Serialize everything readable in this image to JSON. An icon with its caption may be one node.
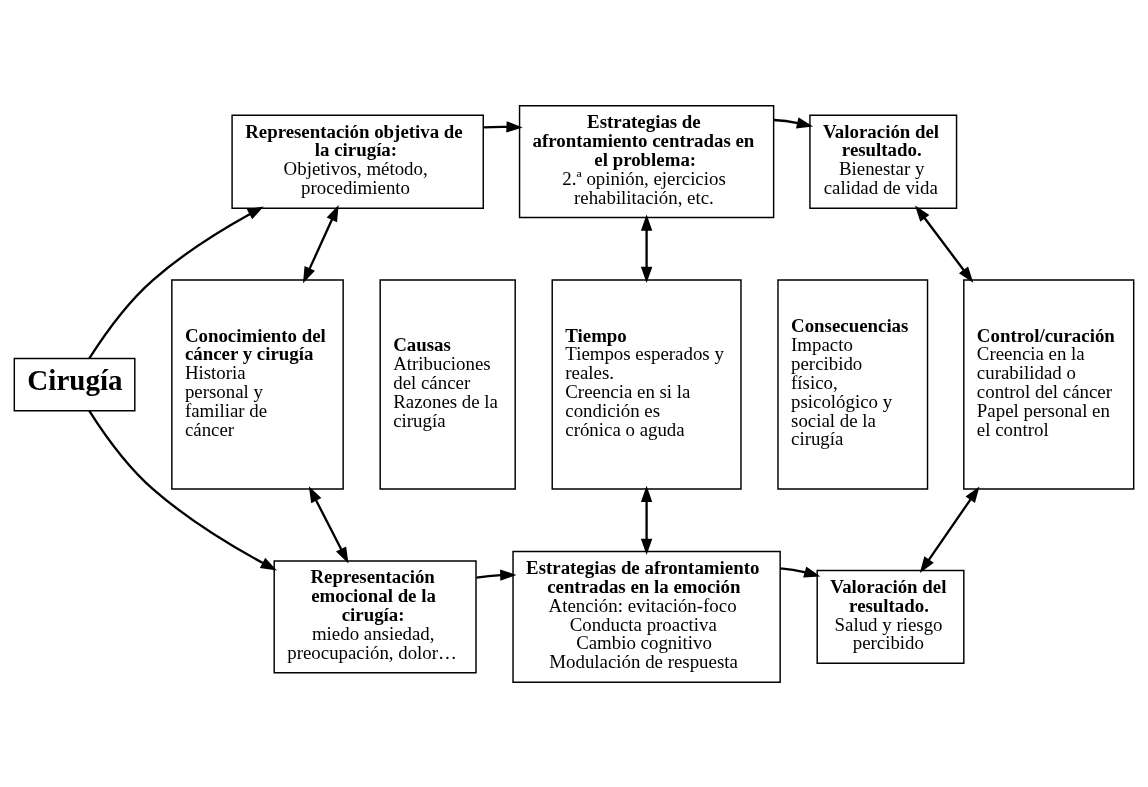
{
  "diagram": {
    "nodes": [
      {
        "text": [
          "Cirugía"
        ]
      },
      {
        "text": [
          "Representación objetiva de la cirugía:",
          "Objetivos, método, procedimiento"
        ]
      },
      {
        "text": [
          "Estrategias de afrontamiento centradas en el problema:",
          "2.ª opinión, ejercicios rehabilitación, etc."
        ]
      },
      {
        "text": [
          "Valoración del resultado.",
          "Bienestar y calidad de vida"
        ]
      },
      {
        "text": [
          "Conocimiento del cáncer y cirugía",
          "Historia personal y familiar de cáncer"
        ]
      },
      {
        "text": [
          "Causas",
          "Atribuciones del cáncer",
          "Razones de la cirugía"
        ]
      },
      {
        "text": [
          "Tiempo",
          "Tiempos esperados y reales.",
          "Creencia en si la condición es crónica o aguda"
        ]
      },
      {
        "text": [
          "Consecuencias",
          "Impacto percibido físico, psicológico y social de la cirugía"
        ]
      },
      {
        "text": [
          "Control/curación",
          "Creencia en la curabilidad o control del cáncer",
          "Papel personal en el control"
        ]
      },
      {
        "text": [
          "Representación emocional de la cirugía:",
          "miedo ansiedad, preocupación, dolor…"
        ]
      },
      {
        "text": [
          "Estrategias de afrontamiento centradas en la emoción",
          "Atención: evitación-foco",
          "Conducta proactiva",
          "Cambio cognitivo",
          "Modulación de respuesta"
        ]
      },
      {
        "text": [
          "Valoración del resultado.",
          "Salud y riesgo percibido"
        ]
      }
    ],
    "edges": [
      {
        "from": 0,
        "to": 1,
        "arrow": "to"
      },
      {
        "from": 0,
        "to": 9,
        "arrow": "to"
      },
      {
        "from": 1,
        "to": 2,
        "arrow": "to"
      },
      {
        "from": 2,
        "to": 3,
        "arrow": "to"
      },
      {
        "from": 1,
        "to": 4,
        "arrow": "both"
      },
      {
        "from": 2,
        "to": 6,
        "arrow": "both"
      },
      {
        "from": 3,
        "to": 8,
        "arrow": "both"
      },
      {
        "from": 4,
        "to": 9,
        "arrow": "both"
      },
      {
        "from": 6,
        "to": 10,
        "arrow": "both"
      },
      {
        "from": 8,
        "to": 11,
        "arrow": "both"
      },
      {
        "from": 9,
        "to": 10,
        "arrow": "to"
      },
      {
        "from": 10,
        "to": 11,
        "arrow": "to"
      }
    ]
  }
}
